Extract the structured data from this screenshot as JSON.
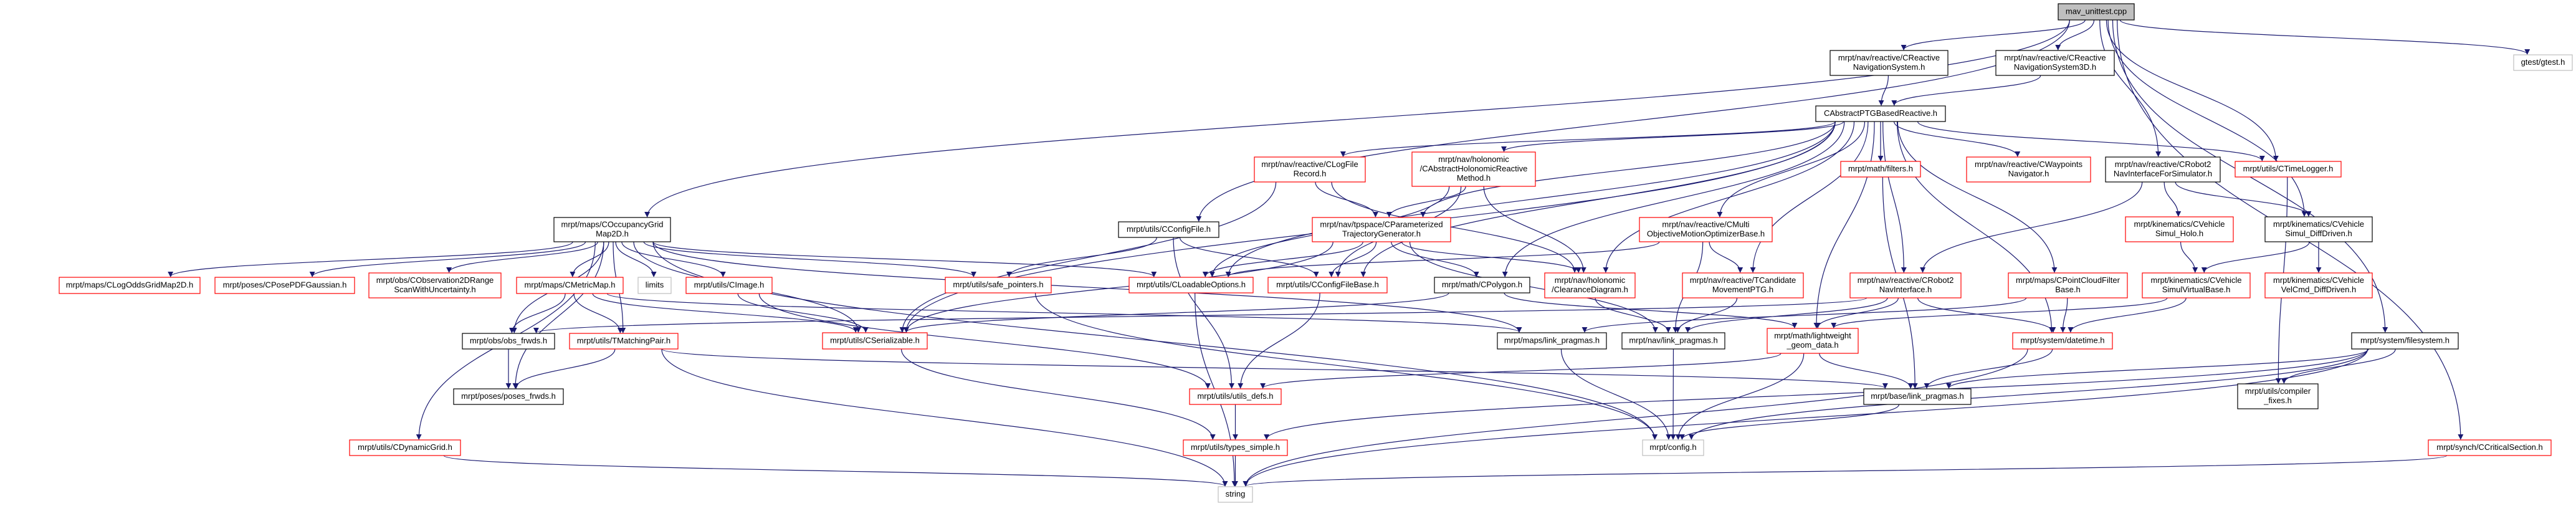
{
  "graph_title": "mav_unittest.cpp",
  "colors": {
    "edge": "#191970",
    "red_border": "#ff0000",
    "black_border": "#000000",
    "gray_border": "#bfbfbf",
    "root_fill": "#bfbfbf"
  },
  "nodes": [
    {
      "id": "root",
      "lines": [
        "mav_unittest.cpp"
      ],
      "style": "root"
    },
    {
      "id": "rns",
      "lines": [
        "mrpt/nav/reactive/CReactive",
        "NavigationSystem.h"
      ],
      "style": "black"
    },
    {
      "id": "rns3d",
      "lines": [
        "mrpt/nav/reactive/CReactive",
        "NavigationSystem3D.h"
      ],
      "style": "black"
    },
    {
      "id": "gtest",
      "lines": [
        "gtest/gtest.h"
      ],
      "style": "gray"
    },
    {
      "id": "ptgbased",
      "lines": [
        "CAbstractPTGBasedReactive.h"
      ],
      "style": "black"
    },
    {
      "id": "logfile",
      "lines": [
        "mrpt/nav/reactive/CLogFile",
        "Record.h"
      ],
      "style": "red"
    },
    {
      "id": "holo",
      "lines": [
        "mrpt/nav/holonomic",
        "/CAbstractHolonomicReactive",
        "Method.h"
      ],
      "style": "red"
    },
    {
      "id": "filters",
      "lines": [
        "mrpt/math/filters.h"
      ],
      "style": "red"
    },
    {
      "id": "waypoints",
      "lines": [
        "mrpt/nav/reactive/CWaypoints",
        "Navigator.h"
      ],
      "style": "red"
    },
    {
      "id": "r2sim",
      "lines": [
        "mrpt/nav/reactive/CRobot2",
        "NavInterfaceForSimulator.h"
      ],
      "style": "black"
    },
    {
      "id": "timelogger",
      "lines": [
        "mrpt/utils/CTimeLogger.h"
      ],
      "style": "red"
    },
    {
      "id": "ogrid",
      "lines": [
        "mrpt/maps/COccupancyGrid",
        "Map2D.h"
      ],
      "style": "black"
    },
    {
      "id": "configfile",
      "lines": [
        "mrpt/utils/CConfigFile.h"
      ],
      "style": "black"
    },
    {
      "id": "ptg",
      "lines": [
        "mrpt/nav/tpspace/CParameterized",
        "TrajectoryGenerator.h"
      ],
      "style": "red"
    },
    {
      "id": "multi",
      "lines": [
        "mrpt/nav/reactive/CMulti",
        "ObjectiveMotionOptimizerBase.h"
      ],
      "style": "red"
    },
    {
      "id": "simholo",
      "lines": [
        "mrpt/kinematics/CVehicle",
        "Simul_Holo.h"
      ],
      "style": "red"
    },
    {
      "id": "simdiff",
      "lines": [
        "mrpt/kinematics/CVehicle",
        "Simul_DiffDriven.h"
      ],
      "style": "black"
    },
    {
      "id": "logodds",
      "lines": [
        "mrpt/maps/CLogOddsGridMap2D.h"
      ],
      "style": "red"
    },
    {
      "id": "posepdf",
      "lines": [
        "mrpt/poses/CPosePDFGaussian.h"
      ],
      "style": "red"
    },
    {
      "id": "obs2d",
      "lines": [
        "mrpt/obs/CObservation2DRange",
        "ScanWithUncertainty.h"
      ],
      "style": "red"
    },
    {
      "id": "metricmap",
      "lines": [
        "mrpt/maps/CMetricMap.h"
      ],
      "style": "red"
    },
    {
      "id": "limits",
      "lines": [
        "limits"
      ],
      "style": "gray"
    },
    {
      "id": "cimage",
      "lines": [
        "mrpt/utils/CImage.h"
      ],
      "style": "red"
    },
    {
      "id": "safeptr",
      "lines": [
        "mrpt/utils/safe_pointers.h"
      ],
      "style": "red"
    },
    {
      "id": "loadable",
      "lines": [
        "mrpt/utils/CLoadableOptions.h"
      ],
      "style": "red"
    },
    {
      "id": "cfgbase",
      "lines": [
        "mrpt/utils/CConfigFileBase.h"
      ],
      "style": "red"
    },
    {
      "id": "polygon",
      "lines": [
        "mrpt/math/CPolygon.h"
      ],
      "style": "black"
    },
    {
      "id": "clearance",
      "lines": [
        "mrpt/nav/holonomic",
        "/ClearanceDiagram.h"
      ],
      "style": "red"
    },
    {
      "id": "tcand",
      "lines": [
        "mrpt/nav/reactive/TCandidate",
        "MovementPTG.h"
      ],
      "style": "red"
    },
    {
      "id": "r2nav",
      "lines": [
        "mrpt/nav/reactive/CRobot2",
        "NavInterface.h"
      ],
      "style": "red"
    },
    {
      "id": "pcfilter",
      "lines": [
        "mrpt/maps/CPointCloudFilter",
        "Base.h"
      ],
      "style": "red"
    },
    {
      "id": "virtbase",
      "lines": [
        "mrpt/kinematics/CVehicle",
        "SimulVirtualBase.h"
      ],
      "style": "red"
    },
    {
      "id": "velcmd",
      "lines": [
        "mrpt/kinematics/CVehicle",
        "VelCmd_DiffDriven.h"
      ],
      "style": "red"
    },
    {
      "id": "obsfrwds",
      "lines": [
        "mrpt/obs/obs_frwds.h"
      ],
      "style": "black"
    },
    {
      "id": "tmatch",
      "lines": [
        "mrpt/utils/TMatchingPair.h"
      ],
      "style": "red"
    },
    {
      "id": "serial",
      "lines": [
        "mrpt/utils/CSerializable.h"
      ],
      "style": "red"
    },
    {
      "id": "mapslp",
      "lines": [
        "mrpt/maps/link_pragmas.h"
      ],
      "style": "black"
    },
    {
      "id": "navlp",
      "lines": [
        "mrpt/nav/link_pragmas.h"
      ],
      "style": "black"
    },
    {
      "id": "lwgeom",
      "lines": [
        "mrpt/math/lightweight",
        "_geom_data.h"
      ],
      "style": "red"
    },
    {
      "id": "datetime",
      "lines": [
        "mrpt/system/datetime.h"
      ],
      "style": "red"
    },
    {
      "id": "filesystem",
      "lines": [
        "mrpt/system/filesystem.h"
      ],
      "style": "black"
    },
    {
      "id": "posesfrwds",
      "lines": [
        "mrpt/poses/poses_frwds.h"
      ],
      "style": "black"
    },
    {
      "id": "utilsdefs",
      "lines": [
        "mrpt/utils/utils_defs.h"
      ],
      "style": "red"
    },
    {
      "id": "baselp",
      "lines": [
        "mrpt/base/link_pragmas.h"
      ],
      "style": "black"
    },
    {
      "id": "compfix",
      "lines": [
        "mrpt/utils/compiler",
        "_fixes.h"
      ],
      "style": "black"
    },
    {
      "id": "dyngrid",
      "lines": [
        "mrpt/utils/CDynamicGrid.h"
      ],
      "style": "red"
    },
    {
      "id": "typessimple",
      "lines": [
        "mrpt/utils/types_simple.h"
      ],
      "style": "red"
    },
    {
      "id": "config",
      "lines": [
        "mrpt/config.h"
      ],
      "style": "gray"
    },
    {
      "id": "critsec",
      "lines": [
        "mrpt/synch/CCriticalSection.h"
      ],
      "style": "red"
    },
    {
      "id": "string",
      "lines": [
        "string"
      ],
      "style": "gray"
    }
  ],
  "edges": [
    [
      "root",
      "rns"
    ],
    [
      "root",
      "rns3d"
    ],
    [
      "root",
      "gtest"
    ],
    [
      "root",
      "ogrid"
    ],
    [
      "root",
      "configfile"
    ],
    [
      "root",
      "r2sim"
    ],
    [
      "root",
      "timelogger"
    ],
    [
      "root",
      "filesystem"
    ],
    [
      "root",
      "simdiff"
    ],
    [
      "root",
      "critsec"
    ],
    [
      "rns",
      "ptgbased"
    ],
    [
      "rns3d",
      "ptgbased"
    ],
    [
      "ptgbased",
      "logfile"
    ],
    [
      "ptgbased",
      "holo"
    ],
    [
      "ptgbased",
      "ptg"
    ],
    [
      "ptgbased",
      "filters"
    ],
    [
      "ptgbased",
      "waypoints"
    ],
    [
      "ptgbased",
      "multi"
    ],
    [
      "ptgbased",
      "tcand"
    ],
    [
      "ptgbased",
      "r2nav"
    ],
    [
      "ptgbased",
      "pcfilter"
    ],
    [
      "ptgbased",
      "timelogger"
    ],
    [
      "ptgbased",
      "polygon"
    ],
    [
      "ptgbased",
      "clearance"
    ],
    [
      "ptgbased",
      "lwgeom"
    ],
    [
      "ptgbased",
      "loadable"
    ],
    [
      "ptgbased",
      "serial"
    ],
    [
      "ptgbased",
      "cfgbase"
    ],
    [
      "ptgbased",
      "datetime"
    ],
    [
      "logfile",
      "ptg"
    ],
    [
      "logfile",
      "clearance"
    ],
    [
      "logfile",
      "serial"
    ],
    [
      "holo",
      "ptg"
    ],
    [
      "holo",
      "clearance"
    ],
    [
      "holo",
      "cfgbase"
    ],
    [
      "holo",
      "loadable"
    ],
    [
      "ptg",
      "loadable"
    ],
    [
      "ptg",
      "cfgbase"
    ],
    [
      "ptg",
      "polygon"
    ],
    [
      "ptg",
      "clearance"
    ],
    [
      "ptg",
      "serial"
    ],
    [
      "ptg",
      "navlp"
    ],
    [
      "ogrid",
      "logodds"
    ],
    [
      "ogrid",
      "posepdf"
    ],
    [
      "ogrid",
      "obs2d"
    ],
    [
      "ogrid",
      "metricmap"
    ],
    [
      "ogrid",
      "limits"
    ],
    [
      "ogrid",
      "cimage"
    ],
    [
      "ogrid",
      "safeptr"
    ],
    [
      "ogrid",
      "loadable"
    ],
    [
      "ogrid",
      "serial"
    ],
    [
      "ogrid",
      "obsfrwds"
    ],
    [
      "ogrid",
      "tmatch"
    ],
    [
      "ogrid",
      "posesfrwds"
    ],
    [
      "ogrid",
      "dyngrid"
    ],
    [
      "ogrid",
      "mapslp"
    ],
    [
      "ogrid",
      "config"
    ],
    [
      "metricmap",
      "obsfrwds"
    ],
    [
      "metricmap",
      "tmatch"
    ],
    [
      "metricmap",
      "serial"
    ],
    [
      "metricmap",
      "mapslp"
    ],
    [
      "cimage",
      "serial"
    ],
    [
      "cimage",
      "utilsdefs"
    ],
    [
      "tmatch",
      "posesfrwds"
    ],
    [
      "tmatch",
      "baselp"
    ],
    [
      "tmatch",
      "string"
    ],
    [
      "obsfrwds",
      "posesfrwds"
    ],
    [
      "configfile",
      "safeptr"
    ],
    [
      "configfile",
      "cfgbase"
    ],
    [
      "configfile",
      "utilsdefs"
    ],
    [
      "safeptr",
      "config"
    ],
    [
      "loadable",
      "string"
    ],
    [
      "cfgbase",
      "utilsdefs"
    ],
    [
      "serial",
      "typessimple"
    ],
    [
      "utilsdefs",
      "typessimple"
    ],
    [
      "typessimple",
      "string"
    ],
    [
      "dyngrid",
      "string"
    ],
    [
      "polygon",
      "lwgeom"
    ],
    [
      "polygon",
      "serial"
    ],
    [
      "clearance",
      "navlp"
    ],
    [
      "multi",
      "tcand"
    ],
    [
      "multi",
      "navlp"
    ],
    [
      "multi",
      "loadable"
    ],
    [
      "tcand",
      "navlp"
    ],
    [
      "r2nav",
      "lwgeom"
    ],
    [
      "r2nav",
      "datetime"
    ],
    [
      "r2nav",
      "obsfrwds"
    ],
    [
      "r2nav",
      "navlp"
    ],
    [
      "pcfilter",
      "datetime"
    ],
    [
      "pcfilter",
      "mapslp"
    ],
    [
      "filters",
      "baselp"
    ],
    [
      "mapslp",
      "config"
    ],
    [
      "navlp",
      "config"
    ],
    [
      "baselp",
      "config"
    ],
    [
      "lwgeom",
      "config"
    ],
    [
      "lwgeom",
      "baselp"
    ],
    [
      "lwgeom",
      "utilsdefs"
    ],
    [
      "datetime",
      "baselp"
    ],
    [
      "datetime",
      "string"
    ],
    [
      "r2sim",
      "r2nav"
    ],
    [
      "r2sim",
      "simholo"
    ],
    [
      "r2sim",
      "simdiff"
    ],
    [
      "simholo",
      "virtbase"
    ],
    [
      "simdiff",
      "virtbase"
    ],
    [
      "simdiff",
      "velcmd"
    ],
    [
      "virtbase",
      "lwgeom"
    ],
    [
      "virtbase",
      "datetime"
    ],
    [
      "timelogger",
      "compfix"
    ],
    [
      "filesystem",
      "compfix"
    ],
    [
      "filesystem",
      "baselp"
    ],
    [
      "filesystem",
      "typessimple"
    ],
    [
      "filesystem",
      "config"
    ],
    [
      "filesystem",
      "string"
    ],
    [
      "critsec",
      "string"
    ]
  ]
}
